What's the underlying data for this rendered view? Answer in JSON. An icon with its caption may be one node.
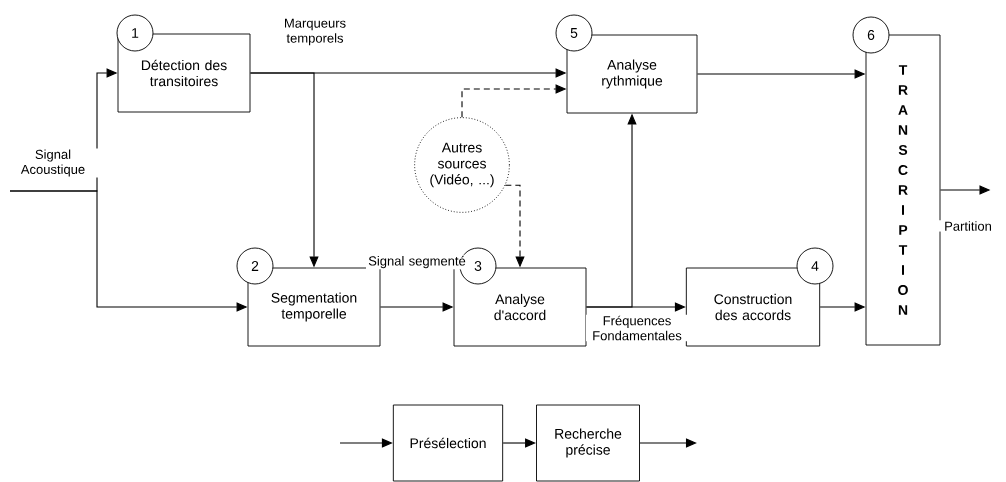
{
  "diagram": {
    "nodes": [
      {
        "text": [
          "1"
        ]
      },
      {
        "text": [
          "Détection des transitoires"
        ]
      },
      {
        "text": [
          "5"
        ]
      },
      {
        "text": [
          "Analyse rythmique"
        ]
      },
      {
        "text": [
          "6"
        ]
      },
      {
        "text": [
          "TRANSCRIPTION"
        ]
      },
      {
        "text": [
          "Autres sources (Vidéo, ...)"
        ]
      },
      {
        "text": [
          "2"
        ]
      },
      {
        "text": [
          "Segmentation temporelle"
        ]
      },
      {
        "text": [
          "3"
        ]
      },
      {
        "text": [
          "Analyse d'accord"
        ]
      },
      {
        "text": [
          "4"
        ]
      },
      {
        "text": [
          "Construction des accords"
        ]
      },
      {
        "text": [
          "Présélection"
        ]
      },
      {
        "text": [
          "Recherche précise"
        ]
      }
    ],
    "edges": [
      {
        "from": null,
        "to": 1,
        "arrow": "to",
        "label": "Signal Acoustique"
      },
      {
        "from": null,
        "to": 8,
        "arrow": "to"
      },
      {
        "from": 1,
        "to": 3,
        "arrow": "to",
        "label": "Marqueurs temporels"
      },
      {
        "from": 1,
        "to": 8,
        "arrow": "to"
      },
      {
        "from": 8,
        "to": 10,
        "arrow": "to",
        "label": "Signal segmenté"
      },
      {
        "from": 6,
        "to": 3,
        "arrow": "to",
        "style": "dashed"
      },
      {
        "from": 6,
        "to": 10,
        "arrow": "to",
        "style": "dashed"
      },
      {
        "from": 10,
        "to": 12,
        "arrow": "to",
        "label": "Fréquences Fondamentales"
      },
      {
        "from": 10,
        "to": 3,
        "arrow": "to"
      },
      {
        "from": 3,
        "to": 5,
        "arrow": "to"
      },
      {
        "from": 12,
        "to": 5,
        "arrow": "to"
      },
      {
        "from": 5,
        "to": null,
        "arrow": "to",
        "label": "Partition"
      },
      {
        "from": null,
        "to": 13,
        "arrow": "to"
      },
      {
        "from": 13,
        "to": 14,
        "arrow": "to"
      },
      {
        "from": 14,
        "to": null,
        "arrow": "to"
      }
    ]
  }
}
